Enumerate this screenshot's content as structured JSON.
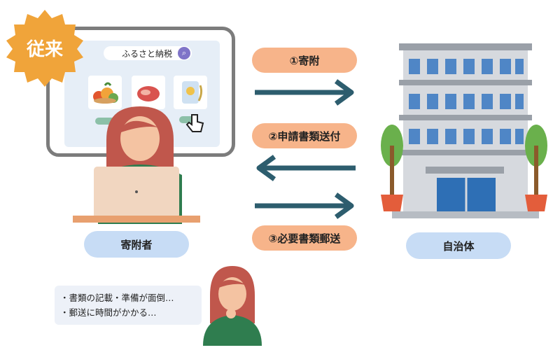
{
  "badge": {
    "label": "従来"
  },
  "search": {
    "text": "ふるさと納税"
  },
  "steps": [
    {
      "label": "①寄附"
    },
    {
      "label": "②申請書類送付"
    },
    {
      "label": "③必要書類郵送"
    }
  ],
  "actors": {
    "donor": "寄附者",
    "municipality": "自治体"
  },
  "comment": {
    "lines": [
      "・書類の記載・準備が面倒…",
      "・郵送に時間がかかる…"
    ]
  },
  "colors": {
    "badge": "#f0a43a",
    "pill_orange": "#f7b48a",
    "pill_blue": "#c7dcf5",
    "arrow": "#2d5d6e",
    "building": "#c9cdd3",
    "window": "#4f86c6"
  },
  "icons": [
    "search-icon",
    "vegetables-icon",
    "meat-icon",
    "rice-bag-icon",
    "hand-pointer-icon"
  ]
}
